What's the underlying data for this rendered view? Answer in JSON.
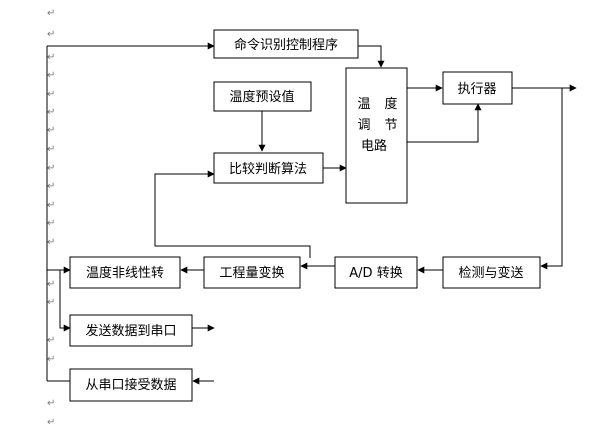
{
  "blocks": {
    "command_recognition": "命令识别控制程序",
    "temp_preset": "温度预设值",
    "compare_algorithm": "比较判断算法",
    "temp_adjust_circuit": [
      "温",
      "度",
      "调",
      "节",
      "电路"
    ],
    "actuator": "执行器",
    "detect_transmit": "检测与变送",
    "ad_convert": "A/D 转换",
    "engineering_convert": "工程量变换",
    "temp_nonlinear": "温度非线性转",
    "send_serial": "发送数据到串口",
    "receive_serial": "从串口接受数据"
  },
  "paragraph_mark": "↵"
}
